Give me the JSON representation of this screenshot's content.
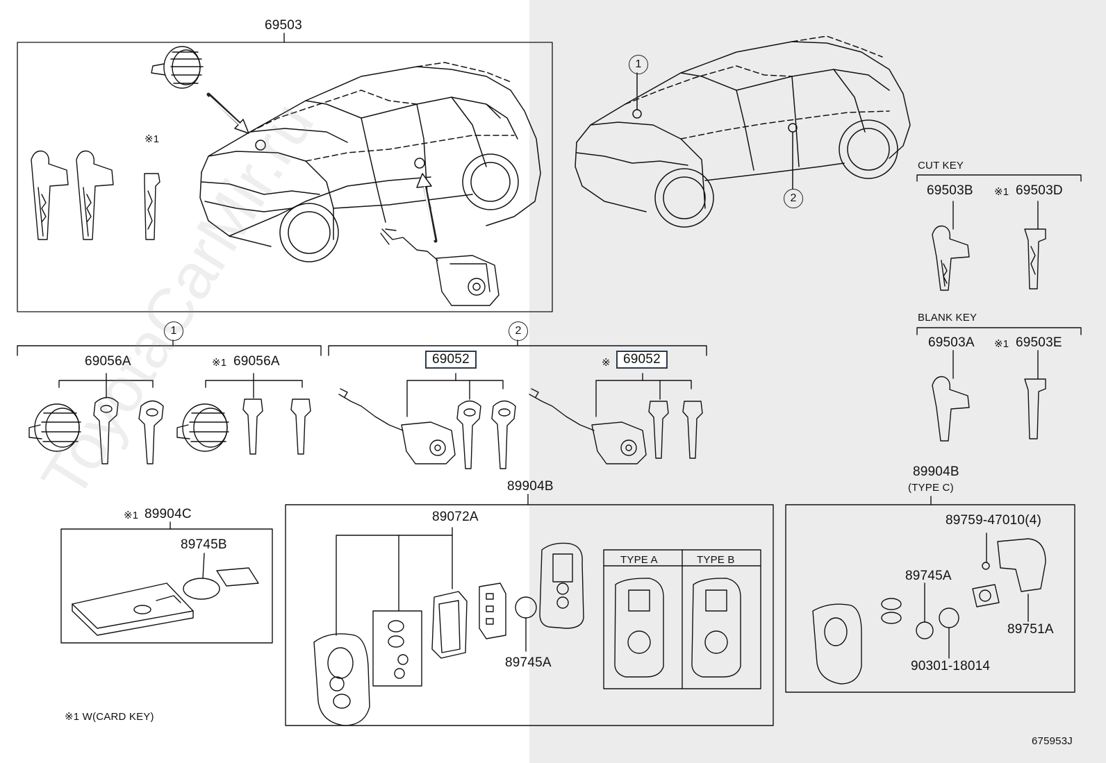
{
  "top_assembly": {
    "part": "69503"
  },
  "callouts": {
    "one": "1",
    "two": "2"
  },
  "mark_note_1": "※1",
  "cut_key": {
    "header": "CUT KEY",
    "part_a": "69503B",
    "part_b": "69503D"
  },
  "blank_key": {
    "header": "BLANK KEY",
    "part_a": "69503A",
    "part_b": "69503E"
  },
  "group_one": {
    "part_a": "69056A",
    "part_b": "69056A"
  },
  "group_two": {
    "part_a": "69052",
    "mark": "※",
    "part_b": "69052"
  },
  "card_key": {
    "part": "89904C",
    "battery": "89745B"
  },
  "smart_key": {
    "part": "89904B",
    "board": "89072A",
    "battery": "89745A",
    "type_a": "TYPE A",
    "type_b": "TYPE B"
  },
  "type_c": {
    "part": "89904B",
    "sub": "(TYPE C)",
    "screw": "89759-47010(4)",
    "battery": "89745A",
    "case": "89751A",
    "oring": "90301-18014"
  },
  "footnote": "※1 W(CARD KEY)",
  "diagram_id": "675953J",
  "watermark": "ToyotaCarMir.ru"
}
